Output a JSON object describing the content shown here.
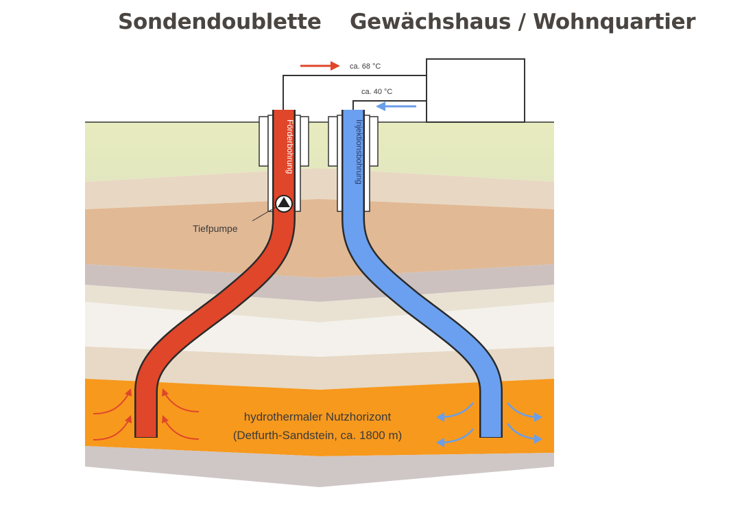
{
  "titles": {
    "left": "Sondendoublette",
    "right": "Gewächshaus / Wohnquartier"
  },
  "labels": {
    "supply_temp": "ca. 68 °C",
    "return_temp": "ca. 40 °C",
    "production_well": "Förderbohrung",
    "injection_well": "Injektionsbohrung",
    "pump": "Tiefpumpe",
    "aquifer_line1": "hydrothermaler Nutzhorizont",
    "aquifer_line2": "(Detfurth-Sandstein, ca. 1800 m)"
  },
  "colors": {
    "hot_pipe": "#e0462a",
    "cold_pipe": "#6aa0ef",
    "aquifer": "#f7991d",
    "hot_arrow": "#e0462a",
    "cold_arrow": "#6a9ee8"
  },
  "icons": [
    "pump-symbol",
    "hot-flow-arrow",
    "cold-flow-arrow",
    "building-box"
  ]
}
